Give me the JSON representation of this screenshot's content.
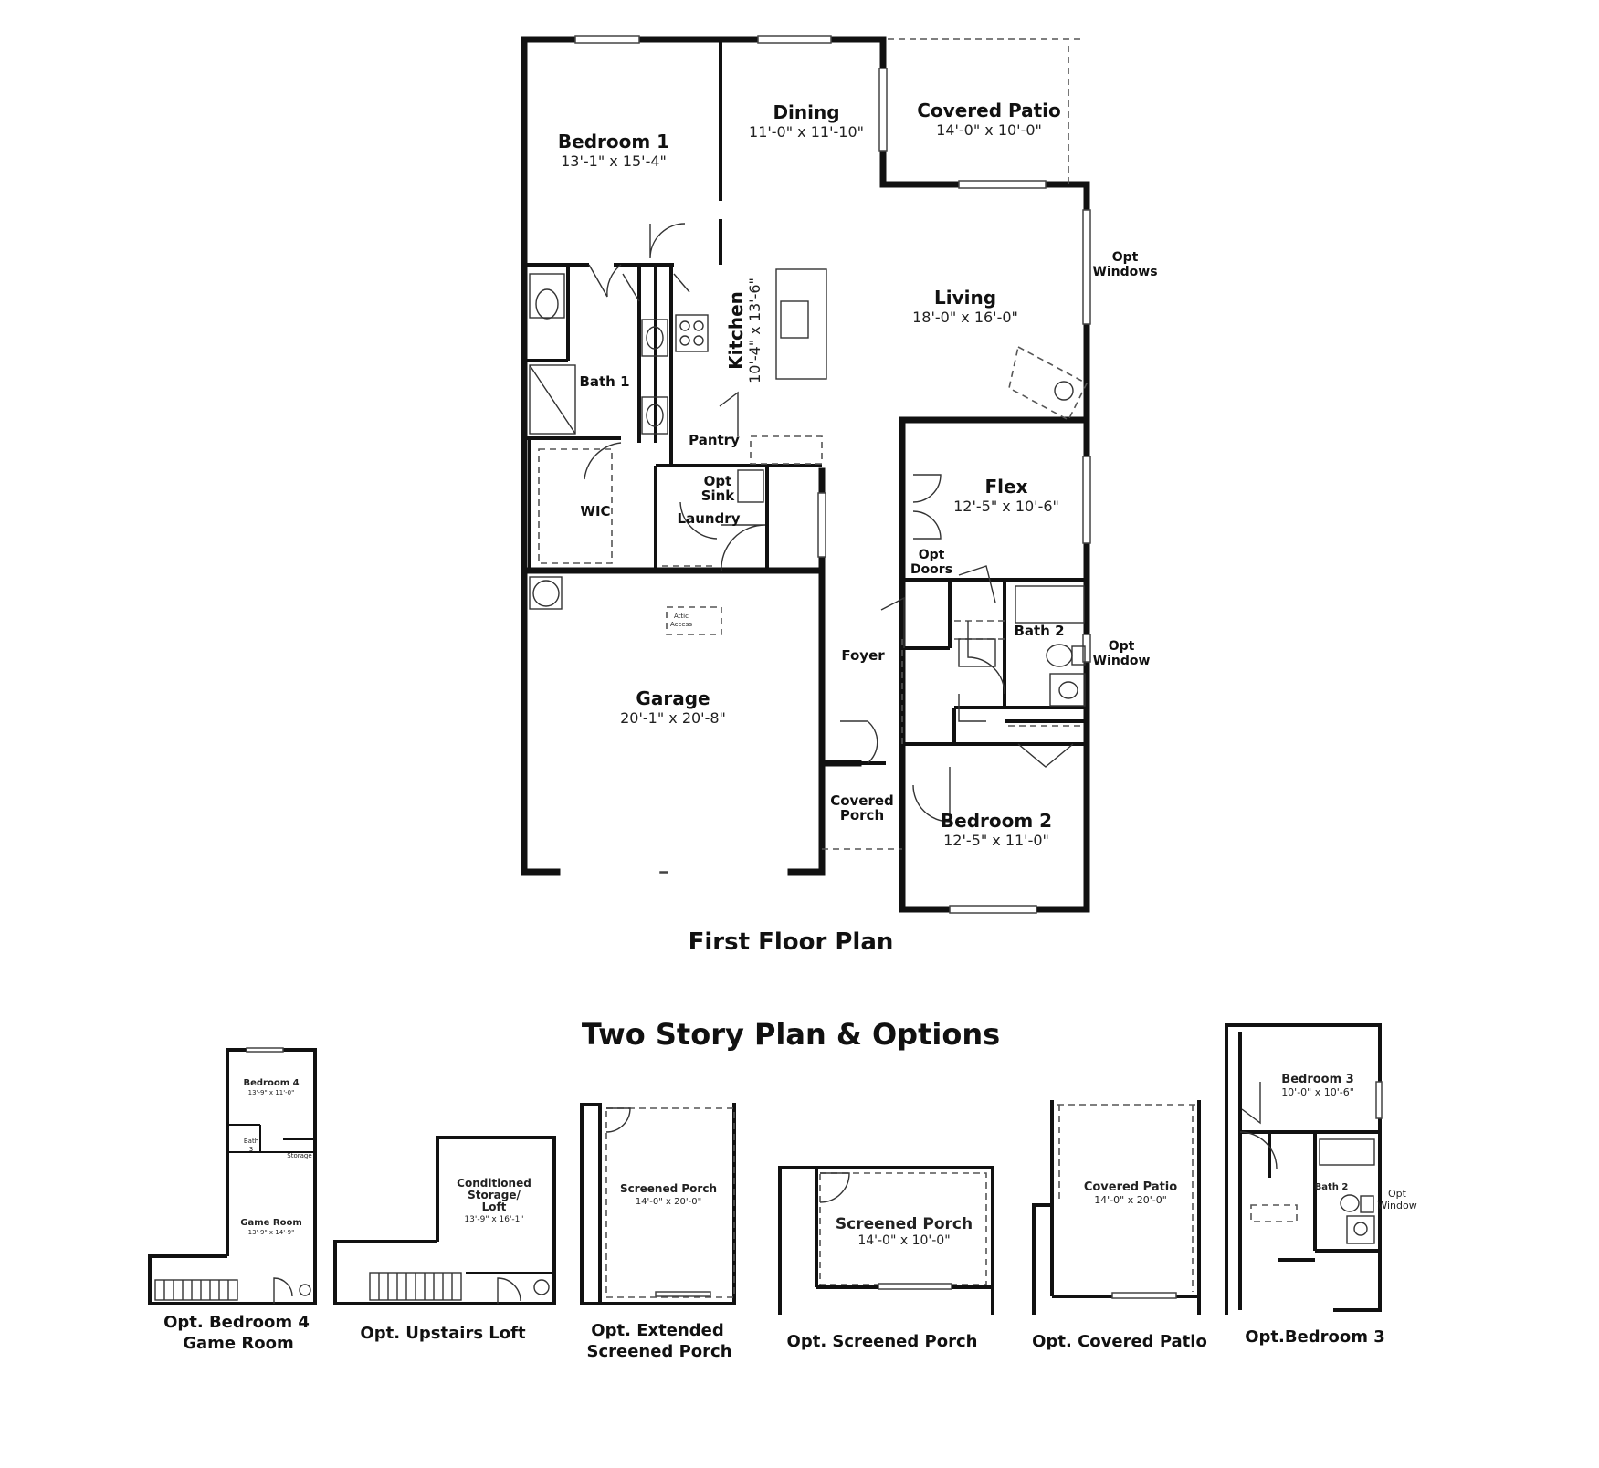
{
  "first_floor": {
    "caption": "First Floor Plan",
    "rooms": {
      "bedroom1": {
        "name": "Bedroom 1",
        "dim": "13'-1\" x 15'-4\""
      },
      "dining": {
        "name": "Dining",
        "dim": "11'-0\" x 11'-10\""
      },
      "covered_patio": {
        "name": "Covered Patio",
        "dim": "14'-0\" x 10'-0\""
      },
      "living": {
        "name": "Living",
        "dim": "18'-0\" x 16'-0\""
      },
      "kitchen": {
        "name": "Kitchen",
        "dim": "10'-4\" x 13'-6\""
      },
      "bath1": {
        "name": "Bath 1"
      },
      "pantry": {
        "name": "Pantry"
      },
      "opt_sink": {
        "line1": "Opt",
        "line2": "Sink"
      },
      "laundry": {
        "name": "Laundry"
      },
      "wic": {
        "name": "WIC"
      },
      "flex": {
        "name": "Flex",
        "dim": "12'-5\" x 10'-6\""
      },
      "opt_doors": {
        "line1": "Opt",
        "line2": "Doors"
      },
      "attic": {
        "line1": "Attic",
        "line2": "Access"
      },
      "garage": {
        "name": "Garage",
        "dim": "20'-1\" x 20'-8\""
      },
      "foyer": {
        "name": "Foyer"
      },
      "bath2": {
        "name": "Bath 2"
      },
      "covered_porch": {
        "line1": "Covered",
        "line2": "Porch"
      },
      "bedroom2": {
        "name": "Bedroom 2",
        "dim": "12'-5\" x 11'-0\""
      }
    },
    "notes": {
      "opt_windows": {
        "line1": "Opt",
        "line2": "Windows"
      },
      "opt_window": {
        "line1": "Opt",
        "line2": "Window"
      }
    }
  },
  "options_title": "Two Story Plan & Options",
  "options": {
    "bedroom4": {
      "caption1": "Opt. Bedroom 4",
      "caption2": "Game Room",
      "room1": "Bedroom 4",
      "dim1": "13'-9\" x 11'-0\"",
      "bath": "Bath",
      "bath_num": "3",
      "storage": "Storage",
      "room2": "Game Room",
      "dim2": "13'-9\" x 14'-9\""
    },
    "loft": {
      "caption": "Opt. Upstairs Loft",
      "line1": "Conditioned",
      "line2": "Storage/",
      "line3": "Loft",
      "dim": "13'-9\" x 16'-1\""
    },
    "ext_porch": {
      "caption1": "Opt. Extended",
      "caption2": "Screened Porch",
      "room": "Screened Porch",
      "dim": "14'-0\" x 20'-0\""
    },
    "screened_porch": {
      "caption": "Opt. Screened Porch",
      "room": "Screened Porch",
      "dim": "14'-0\" x 10'-0\""
    },
    "covered_patio": {
      "caption": "Opt. Covered Patio",
      "room": "Covered Patio",
      "dim": "14'-0\" x 20'-0\""
    },
    "bedroom3": {
      "caption": "Opt.Bedroom 3",
      "room": "Bedroom 3",
      "dim": "10'-0\" x 10'-6\"",
      "bath": "Bath 2",
      "note1": "Opt",
      "note2": "Window"
    }
  }
}
